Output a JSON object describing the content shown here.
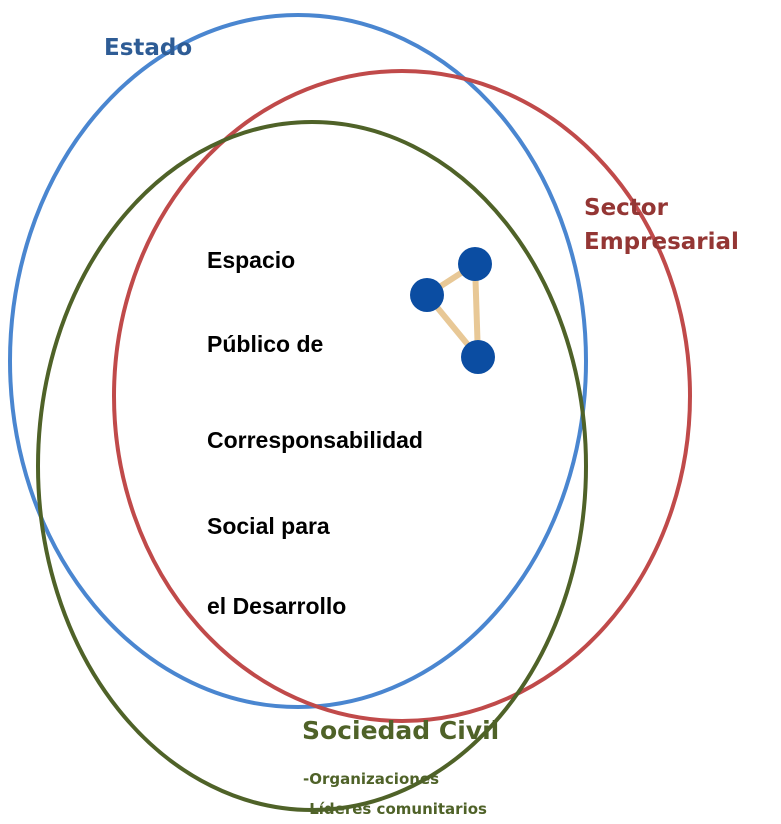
{
  "colors": {
    "estado": "#4a86d0",
    "empresa": "#c04a4a",
    "civil": "#4f6228",
    "estado_text": "#2e5c95",
    "empresa_text": "#943634",
    "civil_text": "#4f6228",
    "molecule_node": "#0b4da2",
    "molecule_bond": "#e8c896"
  },
  "labels": {
    "estado": "Estado",
    "sector_line1": "Sector",
    "sector_line2": "Empresarial",
    "sociedad": "Sociedad Civil",
    "civil_items": [
      "-Organizaciones",
      "-Líderes comunitarios"
    ]
  },
  "center": {
    "lines": [
      "Espacio",
      "Público de",
      "Corresponsabilidad",
      "Social para",
      "el Desarrollo"
    ]
  },
  "icon": "molecule-icon"
}
